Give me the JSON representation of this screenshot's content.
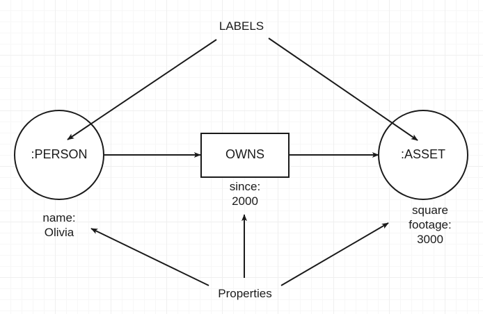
{
  "diagram": {
    "title_annotation": "LABELS",
    "properties_annotation": "Properties",
    "nodes": [
      {
        "id": "person",
        "shape": "circle",
        "label": ":PERSON",
        "property_label": "name:\nOlivia",
        "property_key": "name",
        "property_value": "Olivia"
      },
      {
        "id": "asset",
        "shape": "circle",
        "label": ":ASSET",
        "property_label": "square\nfootage:\n3000",
        "property_key": "square footage",
        "property_value": "3000"
      }
    ],
    "relationship": {
      "id": "owns",
      "shape": "rectangle",
      "label": "OWNS",
      "property_label": "since:\n2000",
      "property_key": "since",
      "property_value": "2000"
    },
    "edges": [
      {
        "from": "person",
        "to": "owns",
        "style": "solid-arrow"
      },
      {
        "from": "owns",
        "to": "asset",
        "style": "solid-arrow"
      },
      {
        "from": "LABELS",
        "to": "person",
        "style": "solid-arrow"
      },
      {
        "from": "LABELS",
        "to": "asset",
        "style": "solid-arrow"
      },
      {
        "from": "Properties",
        "to": "name:Olivia",
        "style": "solid-arrow"
      },
      {
        "from": "Properties",
        "to": "since:2000",
        "style": "solid-arrow"
      },
      {
        "from": "Properties",
        "to": "square footage:3000",
        "style": "solid-arrow"
      }
    ],
    "colors": {
      "stroke": "#1a1a1a",
      "fill": "#ffffff",
      "text": "#1a1a1a",
      "grid_minor": "#f7f7f7",
      "grid_major": "#efefef"
    }
  }
}
